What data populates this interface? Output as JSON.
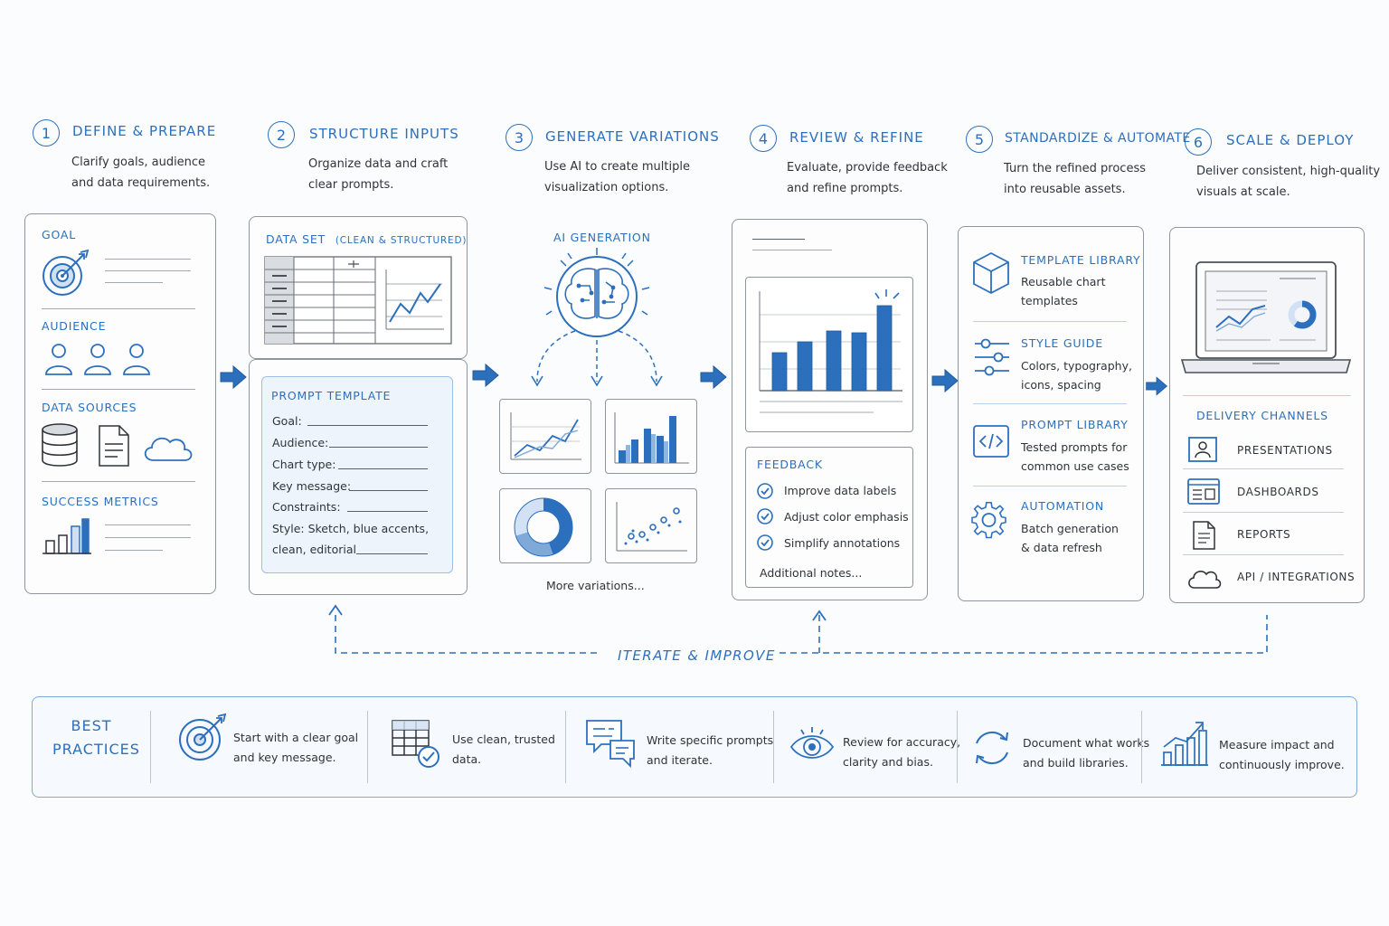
{
  "steps": [
    {
      "num": "1",
      "title": "Define & Prepare",
      "desc1": "Clarify goals, audience",
      "desc2": "and data requirements."
    },
    {
      "num": "2",
      "title": "Structure Inputs",
      "desc1": "Organize data and craft",
      "desc2": "clear prompts."
    },
    {
      "num": "3",
      "title": "Generate Variations",
      "desc1": "Use AI to create multiple",
      "desc2": "visualization options."
    },
    {
      "num": "4",
      "title": "Review & Refine",
      "desc1": "Evaluate, provide feedback",
      "desc2": "and refine prompts."
    },
    {
      "num": "5",
      "title": "Standardize & Automate",
      "desc1": "Turn the refined process",
      "desc2": "into reusable assets."
    },
    {
      "num": "6",
      "title": "Scale & Deploy",
      "desc1": "Deliver consistent, high-quality",
      "desc2": "visuals at scale."
    }
  ],
  "panel1": {
    "goal": "Goal",
    "audience": "Audience",
    "data_sources": "Data Sources",
    "success_metrics": "Success Metrics"
  },
  "panel2": {
    "dataset_label": "Data Set",
    "dataset_note": "(Clean & Structured)",
    "prompt_label": "Prompt Template",
    "fields": [
      "Goal:",
      "Audience:",
      "Chart type:",
      "Key message:",
      "Constraints:"
    ],
    "style_line1": "Style: Sketch, blue accents,",
    "style_line2": "clean, editorial"
  },
  "panel3": {
    "label": "AI Generation",
    "more": "More variations..."
  },
  "panel4": {
    "feedback_label": "Feedback",
    "items": [
      "Improve data labels",
      "Adjust color emphasis",
      "Simplify annotations"
    ],
    "additional": "Additional notes..."
  },
  "panel5": {
    "blocks": [
      {
        "title": "Template Library",
        "l1": "Reusable chart",
        "l2": "templates"
      },
      {
        "title": "Style Guide",
        "l1": "Colors, typography,",
        "l2": "icons, spacing"
      },
      {
        "title": "Prompt Library",
        "l1": "Tested prompts for",
        "l2": "common use cases"
      },
      {
        "title": "Automation",
        "l1": "Batch generation",
        "l2": "& data refresh"
      }
    ]
  },
  "panel6": {
    "channels_label": "Delivery Channels",
    "channels": [
      "Presentations",
      "Dashboards",
      "Reports",
      "API / Integrations"
    ]
  },
  "iterate_label": "Iterate & Improve",
  "best_practices": {
    "title1": "Best",
    "title2": "Practices",
    "items": [
      {
        "l1": "Start with a clear goal",
        "l2": "and key message."
      },
      {
        "l1": "Use clean, trusted",
        "l2": "data."
      },
      {
        "l1": "Write specific prompts",
        "l2": "and iterate."
      },
      {
        "l1": "Review for accuracy,",
        "l2": "clarity and bias."
      },
      {
        "l1": "Document what works",
        "l2": "and build libraries."
      },
      {
        "l1": "Measure impact and",
        "l2": "continuously improve."
      }
    ]
  },
  "colors": {
    "accent": "#2c70bd",
    "light_fill": "#eef4fb",
    "outline": "#8f959c"
  }
}
